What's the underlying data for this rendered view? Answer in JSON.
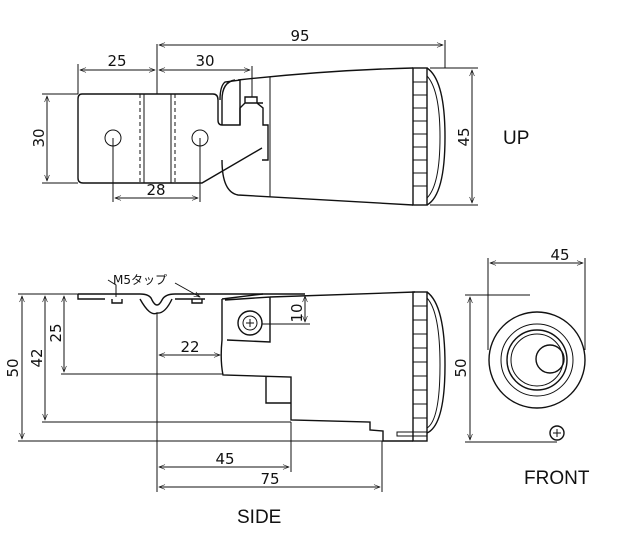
{
  "views": {
    "up": {
      "label": "UP",
      "dims": {
        "overall_length": "95",
        "bracket_offset": "25",
        "switch_offset": "30",
        "bracket_height": "30",
        "body_height": "45",
        "hole_pitch": "28"
      }
    },
    "side": {
      "label": "SIDE",
      "note": "M5タップ",
      "dims": {
        "height": "50",
        "h42": "42",
        "h25": "25",
        "screw_drop": "10",
        "d22": "22",
        "d45": "45",
        "d75": "75"
      }
    },
    "front": {
      "label": "FRONT",
      "dims": {
        "width": "45",
        "height": "50"
      }
    }
  }
}
